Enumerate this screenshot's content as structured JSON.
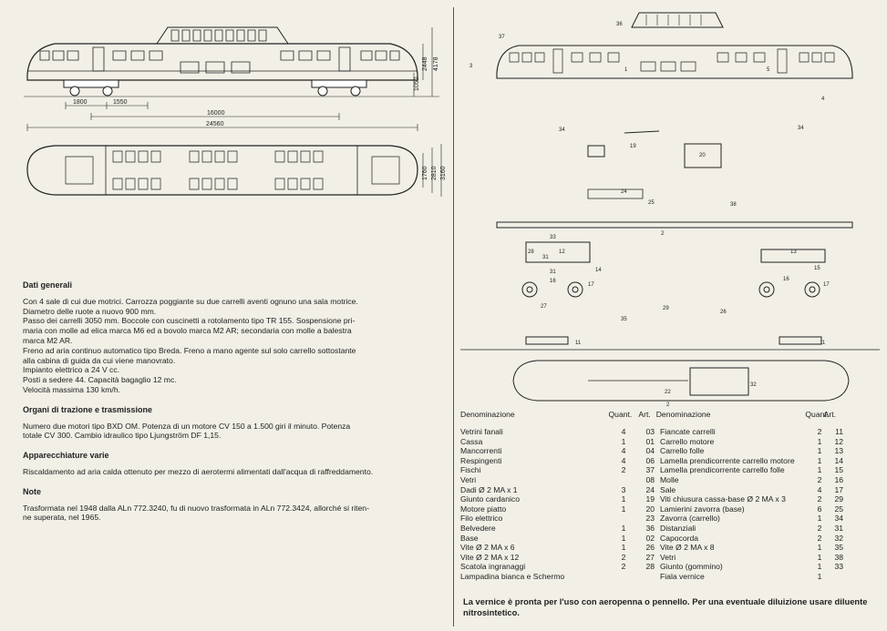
{
  "drawing_labels": {
    "dim_1800": "1800",
    "dim_1550": "1550",
    "dim_16000": "16000",
    "dim_24560": "24560",
    "dim_2448": "2448",
    "dim_4178": "4178",
    "dim_1050": "1050",
    "dim_1760": "1760",
    "dim_2810": "2810",
    "dim_3160": "3160"
  },
  "part_callouts": [
    "36",
    "37",
    "1",
    "5",
    "3",
    "4",
    "34",
    "19",
    "20",
    "34",
    "24",
    "25",
    "38",
    "31",
    "33",
    "28",
    "12",
    "14",
    "2",
    "13",
    "15",
    "16",
    "17",
    "31",
    "27",
    "35",
    "29",
    "26",
    "16",
    "17",
    "11",
    "11",
    "32",
    "22",
    "2"
  ],
  "sections": [
    {
      "title": "Dati generali",
      "lines": [
        "Con 4 sale di cui due motrici. Carrozza poggiante su due carrelli aventi ognuno una sala motrice.",
        "Diametro delle ruote a nuovo 900 mm.",
        "Passo dei carrelli 3050 mm. Boccole con cuscinetti a rotolamento tipo TR 155. Sospensione pri-",
        "maria con molle ad elica marca M6 ed a bovolo marca M2 AR; secondaria con molle a balestra",
        "marca M2 AR.",
        "Freno ad aria continuo automatico tipo Breda. Freno a mano agente sul solo carrello sottostante",
        "alla cabina di guida da cui viene manovrato.",
        "Impianto elettrico a 24 V cc.",
        "Posti a sedere 44. Capacità bagaglio 12 mc.",
        "Velocità massima 130 km/h."
      ]
    },
    {
      "title": "Organi di trazione e trasmissione",
      "lines": [
        "Numero due motori tipo BXD OM. Potenza di un motore CV 150 a 1.500 giri il minuto. Potenza",
        "totale CV 300. Cambio idraulico tipo Ljungström DF 1,15."
      ]
    },
    {
      "title": "Apparecchiature varie",
      "lines": [
        "Riscaldamento ad aria calda ottenuto per mezzo di aerotermi alimentati dall'acqua di raffreddamento."
      ]
    },
    {
      "title": "Note",
      "lines": [
        "Trasformata nel 1948 dalla ALn 772.3240, fu di nuovo trasformata in ALn 772.3424, allorché si riten-",
        "ne superata, nel 1965."
      ]
    }
  ],
  "parts_table": {
    "headers": {
      "name": "Denominazione",
      "qty": "Quant.",
      "art": "Art."
    },
    "left": [
      {
        "name": "Vetrini fanali",
        "qty": "4",
        "art": "03"
      },
      {
        "name": "Cassa",
        "qty": "1",
        "art": "01"
      },
      {
        "name": "Mancorrenti",
        "qty": "4",
        "art": "04"
      },
      {
        "name": "Respingenti",
        "qty": "4",
        "art": "06"
      },
      {
        "name": "Fischi",
        "qty": "2",
        "art": "37"
      },
      {
        "name": "Vetri",
        "qty": "",
        "art": "08"
      },
      {
        "name": "Dadi Ø 2 MA x 1",
        "qty": "3",
        "art": "24"
      },
      {
        "name": "Giunto cardanico",
        "qty": "1",
        "art": "19"
      },
      {
        "name": "Motore piatto",
        "qty": "1",
        "art": "20"
      },
      {
        "name": "Filo elettrico",
        "qty": "",
        "art": "23"
      },
      {
        "name": "Belvedere",
        "qty": "1",
        "art": "36"
      },
      {
        "name": "Base",
        "qty": "1",
        "art": "02"
      },
      {
        "name": "Vite Ø 2 MA x 6",
        "qty": "1",
        "art": "26"
      },
      {
        "name": "Vite Ø 2 MA x 12",
        "qty": "2",
        "art": "27"
      },
      {
        "name": "Scatola ingranaggi",
        "qty": "2",
        "art": "28"
      },
      {
        "name": "Lampadina bianca e Schermo",
        "qty": "",
        "art": ""
      }
    ],
    "right": [
      {
        "name": "Fiancate carrelli",
        "qty": "2",
        "art": "11"
      },
      {
        "name": "Carrello motore",
        "qty": "1",
        "art": "12"
      },
      {
        "name": "Carrello folle",
        "qty": "1",
        "art": "13"
      },
      {
        "name": "Lamella prendicorrente carrello motore",
        "qty": "1",
        "art": "14"
      },
      {
        "name": "Lamella prendicorrente carrello folle",
        "qty": "1",
        "art": "15"
      },
      {
        "name": "Molle",
        "qty": "2",
        "art": "16"
      },
      {
        "name": "Sale",
        "qty": "4",
        "art": "17"
      },
      {
        "name": "Viti chiusura cassa-base Ø 2 MA x 3",
        "qty": "2",
        "art": "29"
      },
      {
        "name": "Lamierini zavorra (base)",
        "qty": "6",
        "art": "25"
      },
      {
        "name": "Zavorra (carrello)",
        "qty": "1",
        "art": "34"
      },
      {
        "name": "Distanziali",
        "qty": "2",
        "art": "31"
      },
      {
        "name": "Capocorda",
        "qty": "2",
        "art": "32"
      },
      {
        "name": "Vite Ø 2 MA x 8",
        "qty": "1",
        "art": "35"
      },
      {
        "name": "Vetri",
        "qty": "1",
        "art": "38"
      },
      {
        "name": "Giunto (gommino)",
        "qty": "1",
        "art": "33"
      },
      {
        "name": "Fiala vernice",
        "qty": "1",
        "art": ""
      }
    ]
  },
  "footer_note": "La vernice è pronta per l'uso con aeropenna o pennello. Per una eventuale diluizione usare diluente nitrosintetico."
}
